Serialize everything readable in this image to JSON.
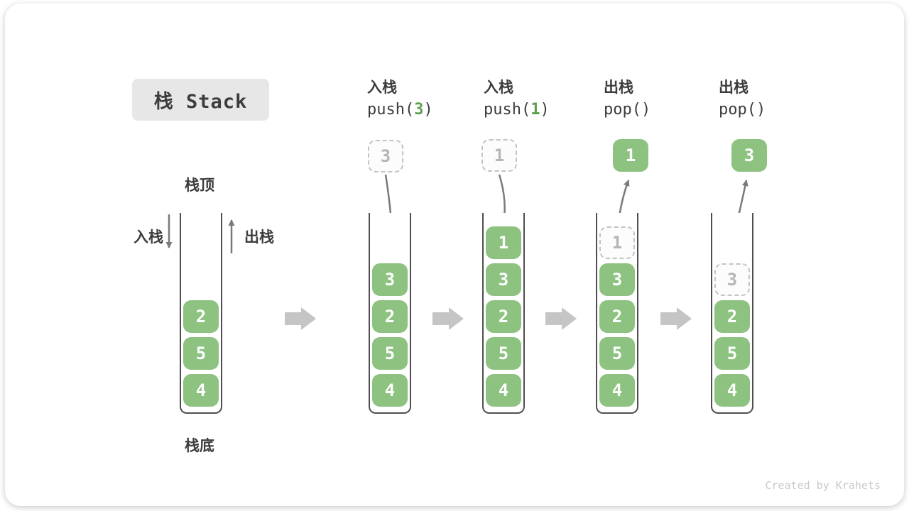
{
  "title": {
    "label": "栈 Stack"
  },
  "legend": {
    "stack_top": "栈顶",
    "stack_bottom": "栈底",
    "push_side": "入栈",
    "pop_side": "出栈"
  },
  "colors": {
    "box_green": "#8ec281",
    "code_arg_green": "#5ca04f",
    "ghost_border": "#c3c3c3",
    "container_border": "#4f4f4f",
    "step_arrow_gray": "#c5c5c5",
    "flow_arrow_gray": "#7a7a7a",
    "title_bg": "#e7e7e7",
    "text_dark": "#3c3c3c"
  },
  "columns": [
    {
      "id": "initial",
      "boxes": [
        "2",
        "5",
        "4"
      ]
    },
    {
      "id": "push-3",
      "label": "入栈",
      "code_pre": "push(",
      "code_arg": "3",
      "code_suf": ")",
      "ghost": "3",
      "boxes": [
        "3",
        "2",
        "5",
        "4"
      ]
    },
    {
      "id": "push-1",
      "label": "入栈",
      "code_pre": "push(",
      "code_arg": "1",
      "code_suf": ")",
      "ghost": "1",
      "boxes": [
        "1",
        "3",
        "2",
        "5",
        "4"
      ]
    },
    {
      "id": "pop-1",
      "label": "出栈",
      "code_pre": "pop()",
      "code_arg": "",
      "code_suf": "",
      "slot_ghost": "1",
      "popped": "1",
      "boxes": [
        "3",
        "2",
        "5",
        "4"
      ]
    },
    {
      "id": "pop-3",
      "label": "出栈",
      "code_pre": "pop()",
      "code_arg": "",
      "code_suf": "",
      "slot_ghost": "3",
      "popped": "3",
      "boxes": [
        "2",
        "5",
        "4"
      ]
    }
  ],
  "footer": {
    "credit": "Created by Krahets"
  }
}
